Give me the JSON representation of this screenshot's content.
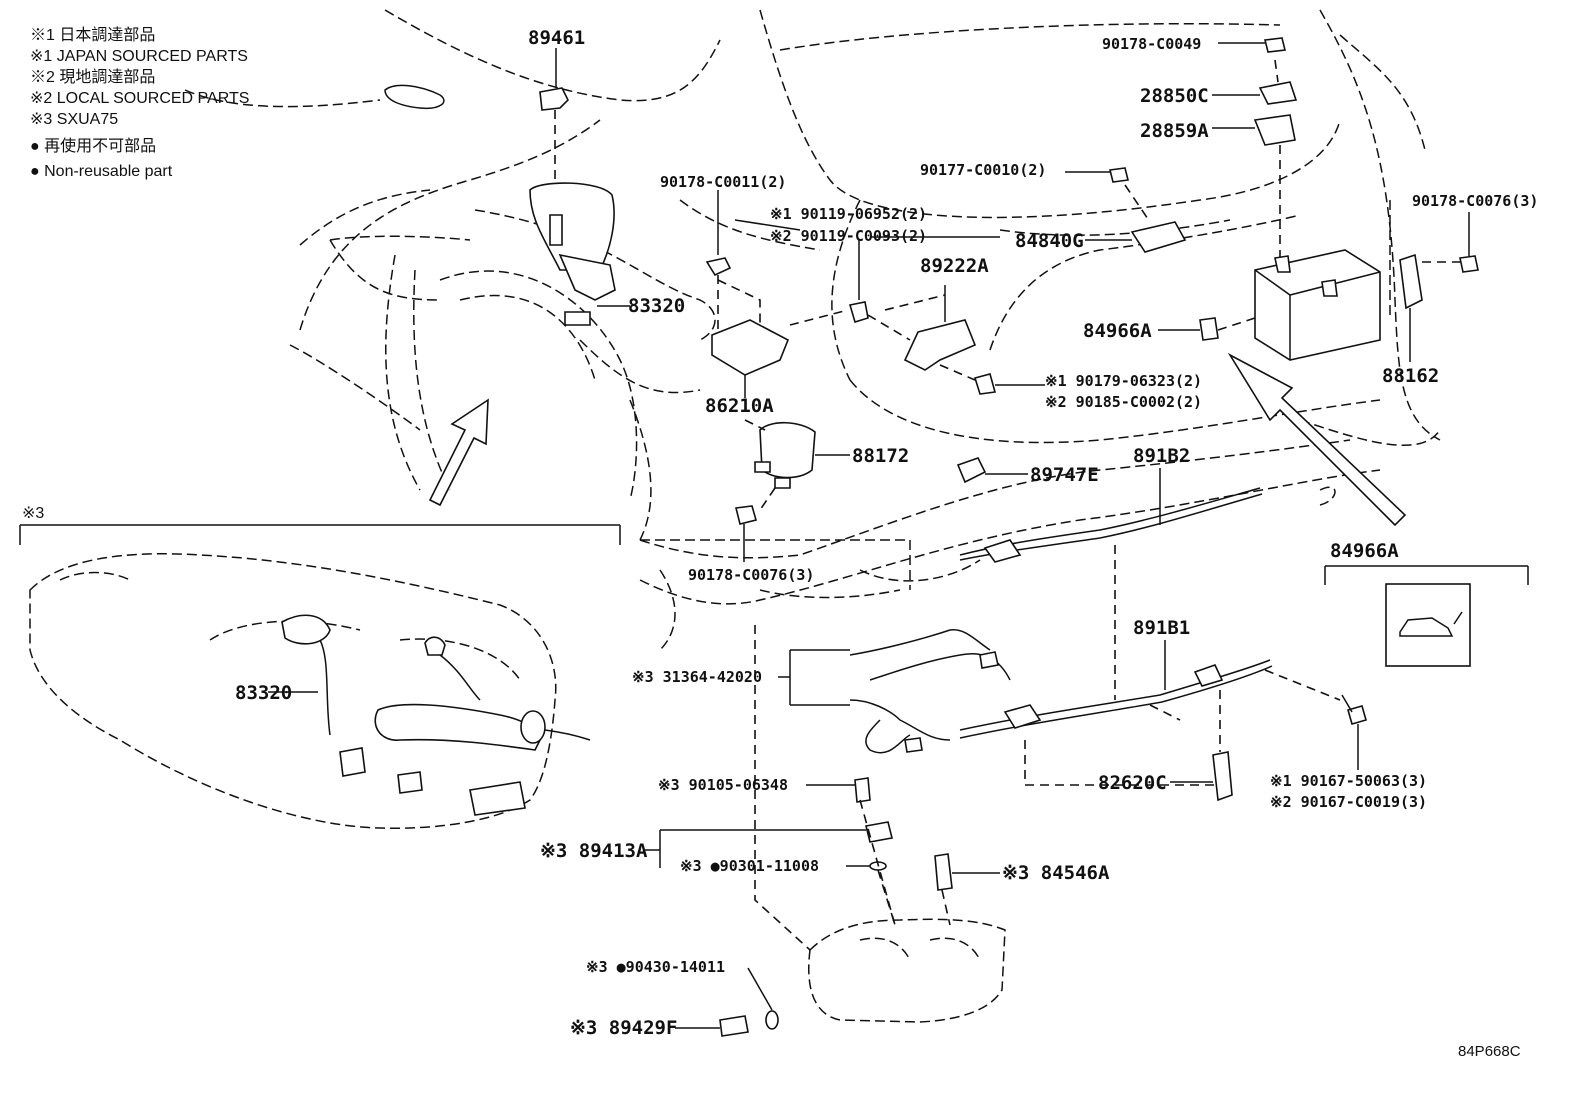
{
  "legend": [
    {
      "mark": "※1",
      "text": "日本調達部品"
    },
    {
      "mark": "※1",
      "text": "JAPAN SOURCED PARTS"
    },
    {
      "mark": "※2",
      "text": "現地調達部品"
    },
    {
      "mark": "※2",
      "text": "LOCAL SOURCED PARTS"
    },
    {
      "mark": "※3",
      "text": "SXUA75"
    },
    {
      "mark": "●",
      "text": "再使用不可部品"
    },
    {
      "mark": "●",
      "text": "Non-reusable part"
    }
  ],
  "section_mark": "※3",
  "inset_title": "84966A",
  "diagram_code": "84P668C",
  "labels": {
    "p89461": "89461",
    "p83320a": "83320",
    "p90178_c0011": "90178-C0011(2)",
    "p86210a": "86210A",
    "p88172": "88172",
    "p90178_c0076b": "90178-C0076(3)",
    "p90119_06952": "※1 90119-06952(2)",
    "p90119_c0093": "※2 90119-C0093(2)",
    "p89222a": "89222A",
    "p84840g": "84840G",
    "p90177_c0010": "90177-C0010(2)",
    "p90178_c0049": "90178-C0049",
    "p28850c": "28850C",
    "p28859a": "28859A",
    "p90178_c0076a": "90178-C0076(3)",
    "p84966a": "84966A",
    "p88162": "88162",
    "p90179_06323": "※1 90179-06323(2)",
    "p90185_c0002": "※2 90185-C0002(2)",
    "p89747e": "89747E",
    "p891b2": "891B2",
    "p891b1": "891B1",
    "p83320b": "83320",
    "p31364": "※3 31364-42020",
    "p90105": "※3 90105-06348",
    "p89413a": "※3 89413A",
    "p90301": "※3 ●90301-11008",
    "p84546a": "※3 84546A",
    "p90430": "※3 ●90430-14011",
    "p89429f": "※3 89429F",
    "p82620c": "82620C",
    "p90167_50063": "※1 90167-50063(3)",
    "p90167_c0019": "※2 90167-C0019(3)"
  }
}
